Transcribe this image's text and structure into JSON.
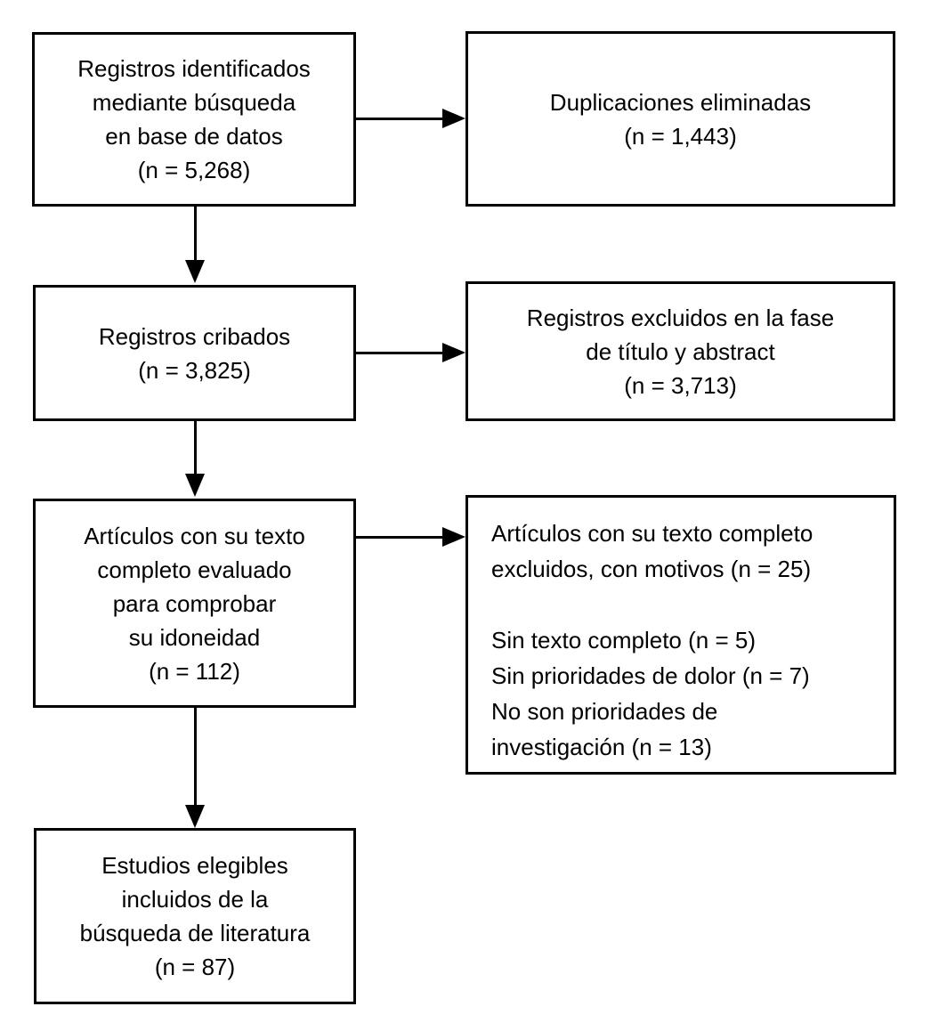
{
  "colors": {
    "background": "#ffffff",
    "box_border": "#000000",
    "text": "#000000",
    "arrow": "#000000"
  },
  "diagram": {
    "type": "flowchart",
    "language": "es",
    "boxes": {
      "identified": {
        "text": "Registros identificados\nmediante búsqueda\nen base de datos\n(n = 5,268)",
        "n": 5268
      },
      "duplicates_removed": {
        "text": "Duplicaciones eliminadas\n(n = 1,443)",
        "n": 1443
      },
      "screened": {
        "text": "Registros cribados\n(n = 3,825)",
        "n": 3825
      },
      "excluded_title_abstract": {
        "text": "Registros excluidos en la fase\nde título y abstract\n(n = 3,713)",
        "n": 3713
      },
      "fulltext_assessed": {
        "text": "Artículos con su texto\ncompleto evaluado\npara comprobar\nsu idoneidad\n(n = 112)",
        "n": 112
      },
      "fulltext_excluded": {
        "text": "Artículos con su texto completo\nexcluidos, con motivos (n = 25)\n\nSin texto completo (n = 5)\nSin prioridades de dolor (n = 7)\nNo son prioridades de\ninvestigación (n = 13)",
        "n": 25,
        "reasons": [
          {
            "label": "Sin texto completo",
            "n": 5
          },
          {
            "label": "Sin prioridades de dolor",
            "n": 7
          },
          {
            "label": "No son prioridades de investigación",
            "n": 13
          }
        ]
      },
      "included": {
        "text": "Estudios elegibles\nincluidos de la\nbúsqueda de literatura\n(n = 87)",
        "n": 87
      }
    },
    "edges": [
      {
        "from": "identified",
        "to": "duplicates_removed"
      },
      {
        "from": "identified",
        "to": "screened"
      },
      {
        "from": "screened",
        "to": "excluded_title_abstract"
      },
      {
        "from": "screened",
        "to": "fulltext_assessed"
      },
      {
        "from": "fulltext_assessed",
        "to": "fulltext_excluded"
      },
      {
        "from": "fulltext_assessed",
        "to": "included"
      }
    ]
  }
}
